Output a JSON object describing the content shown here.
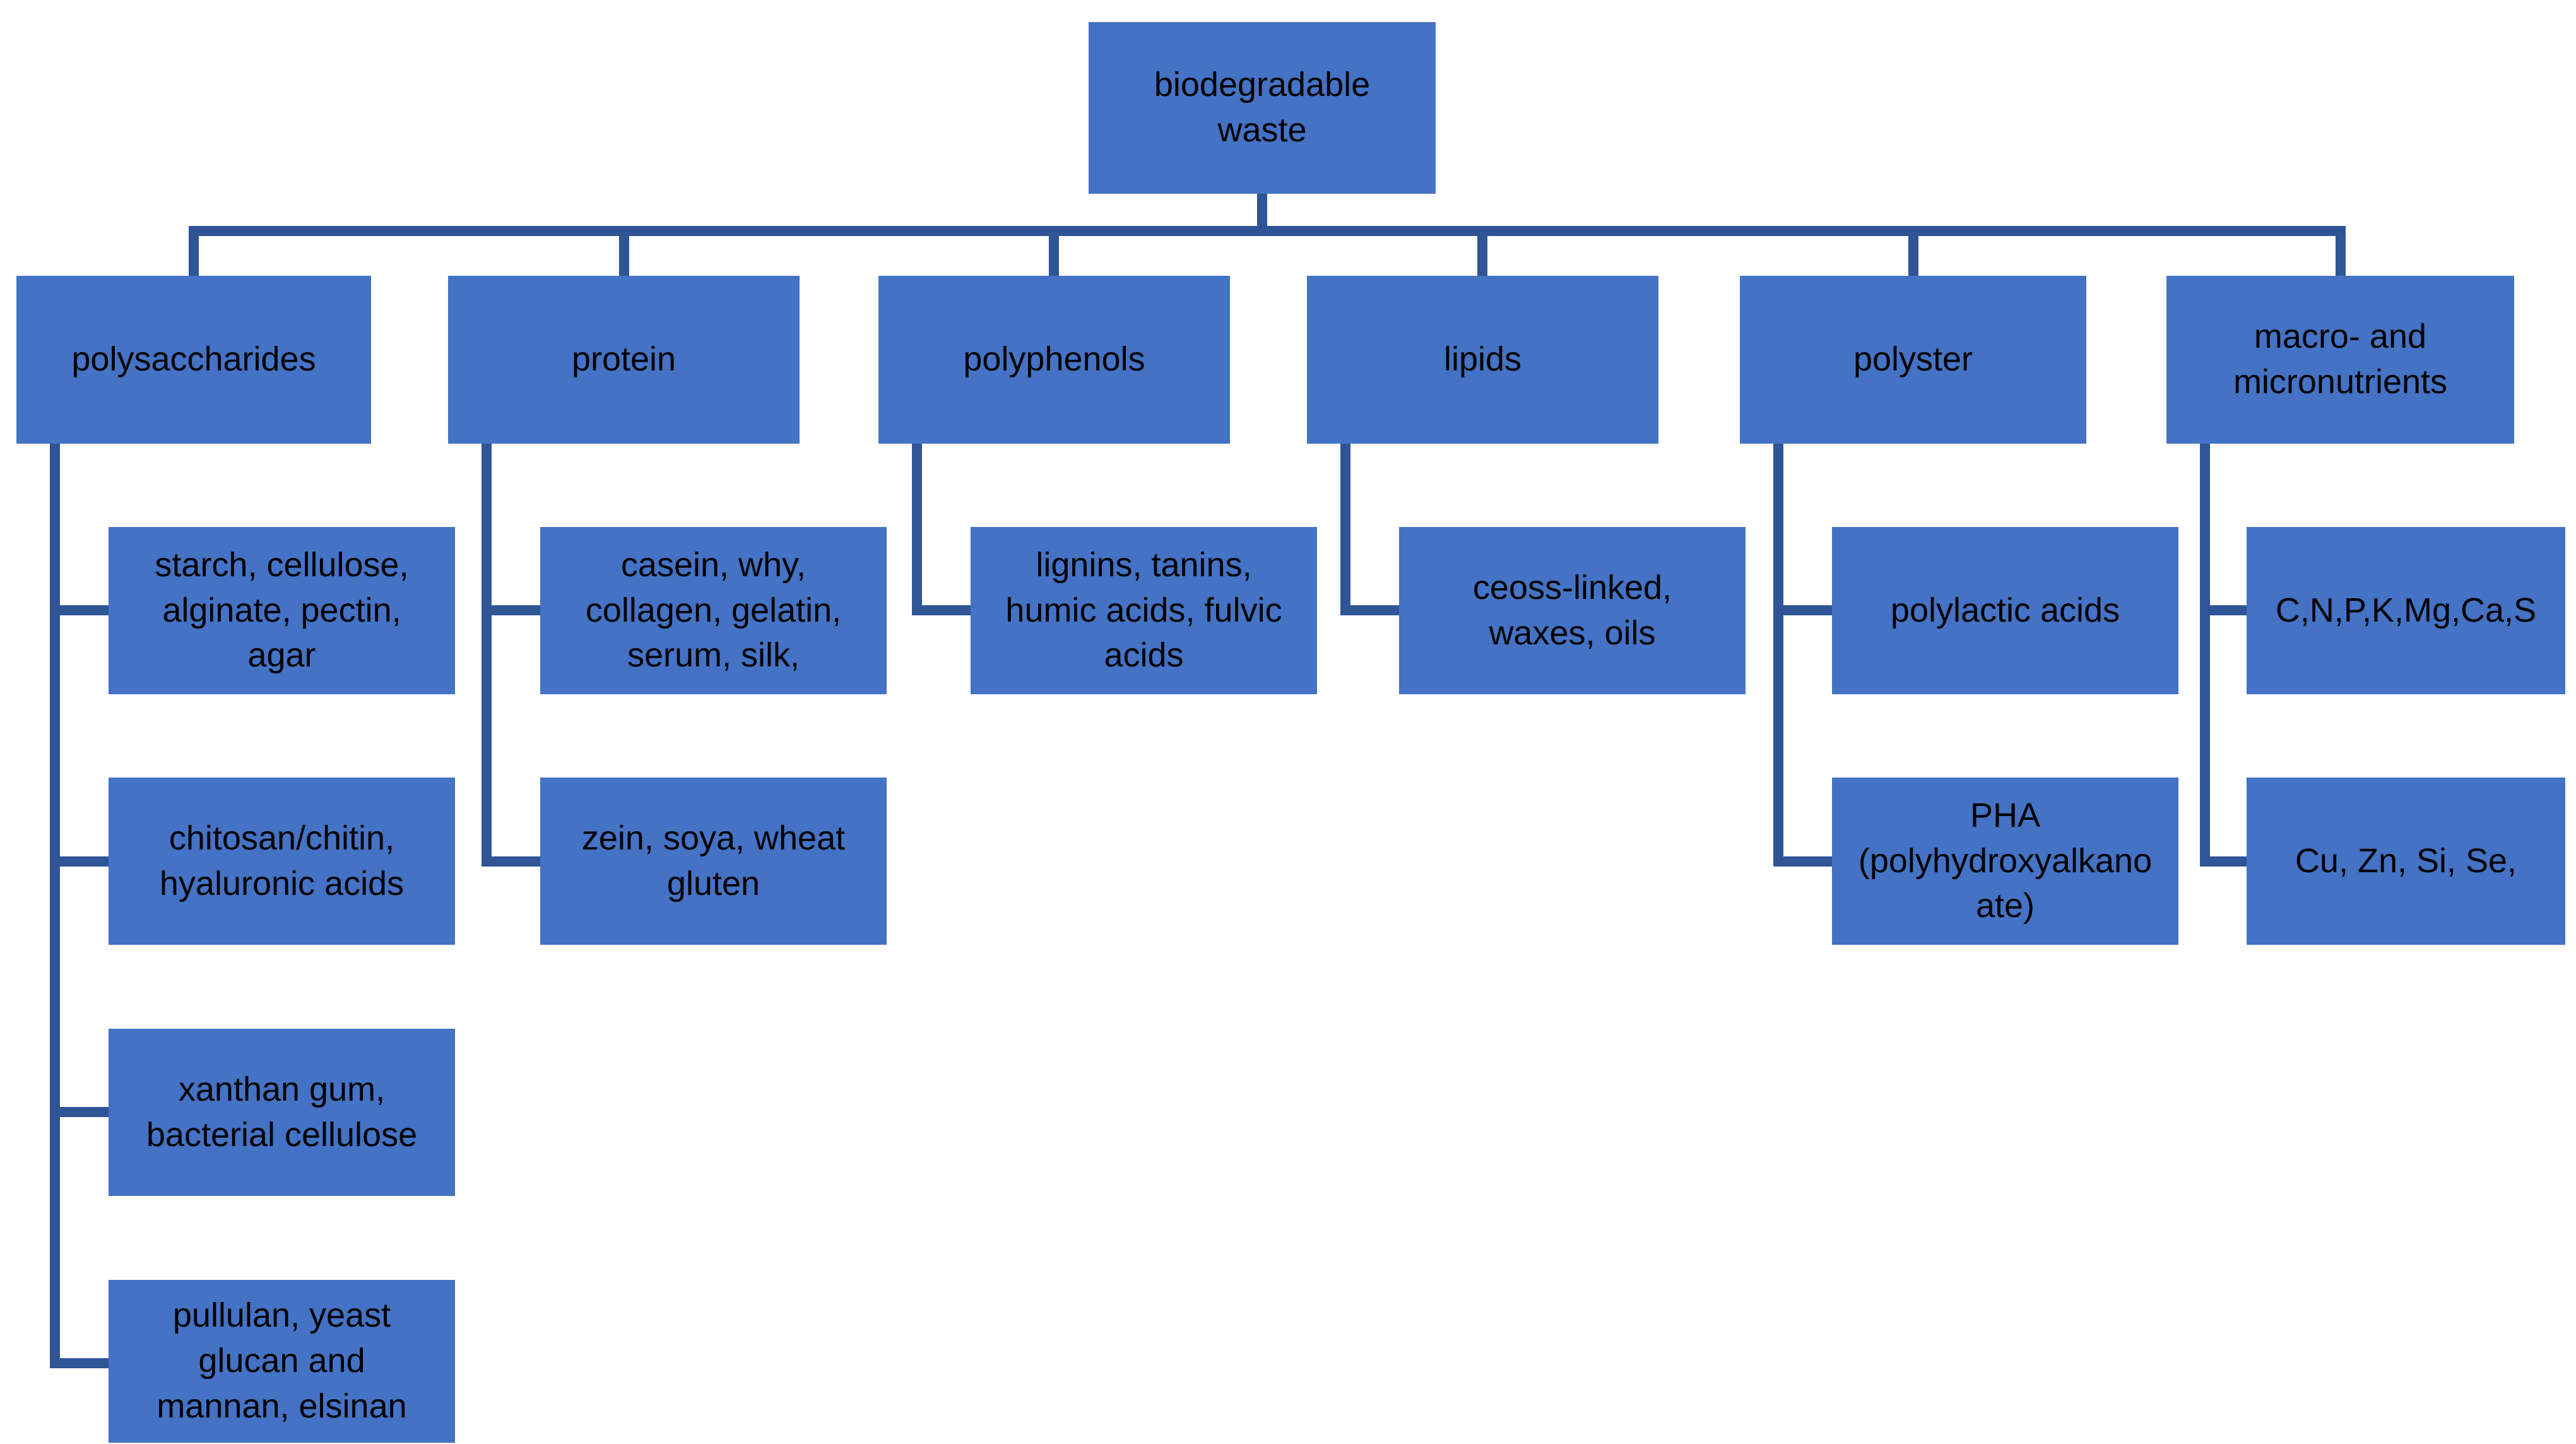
{
  "diagram": {
    "title": "biodegradable waste hierarchy",
    "root_label": "biodegradable\nwaste",
    "branches": [
      {
        "label": "polysaccharides",
        "children": [
          "starch, cellulose,\nalginate, pectin,\nagar",
          "chitosan/chitin,\nhyaluronic acids",
          "xanthan gum,\nbacterial cellulose",
          "pullulan, yeast\nglucan and\nmannan, elsinan"
        ]
      },
      {
        "label": "protein",
        "children": [
          "casein, why,\ncollagen, gelatin,\nserum, silk,",
          "zein, soya, wheat\ngluten"
        ]
      },
      {
        "label": "polyphenols",
        "children": [
          "lignins, tanins,\nhumic acids, fulvic\nacids"
        ]
      },
      {
        "label": "lipids",
        "children": [
          "ceoss-linked,\nwaxes, oils"
        ]
      },
      {
        "label": "polyster",
        "children": [
          "polylactic acids",
          "PHA\n(polyhydroxyalkano\nate)"
        ]
      },
      {
        "label": "macro- and\nmicronutrients",
        "children": [
          "C,N,P,K,Mg,Ca,S",
          "Cu, Zn, Si, Se,"
        ]
      }
    ],
    "colors": {
      "box_fill": "#4472C4",
      "connector": "#2F5597",
      "text": "#000000",
      "background": "#FFFFFF"
    }
  }
}
